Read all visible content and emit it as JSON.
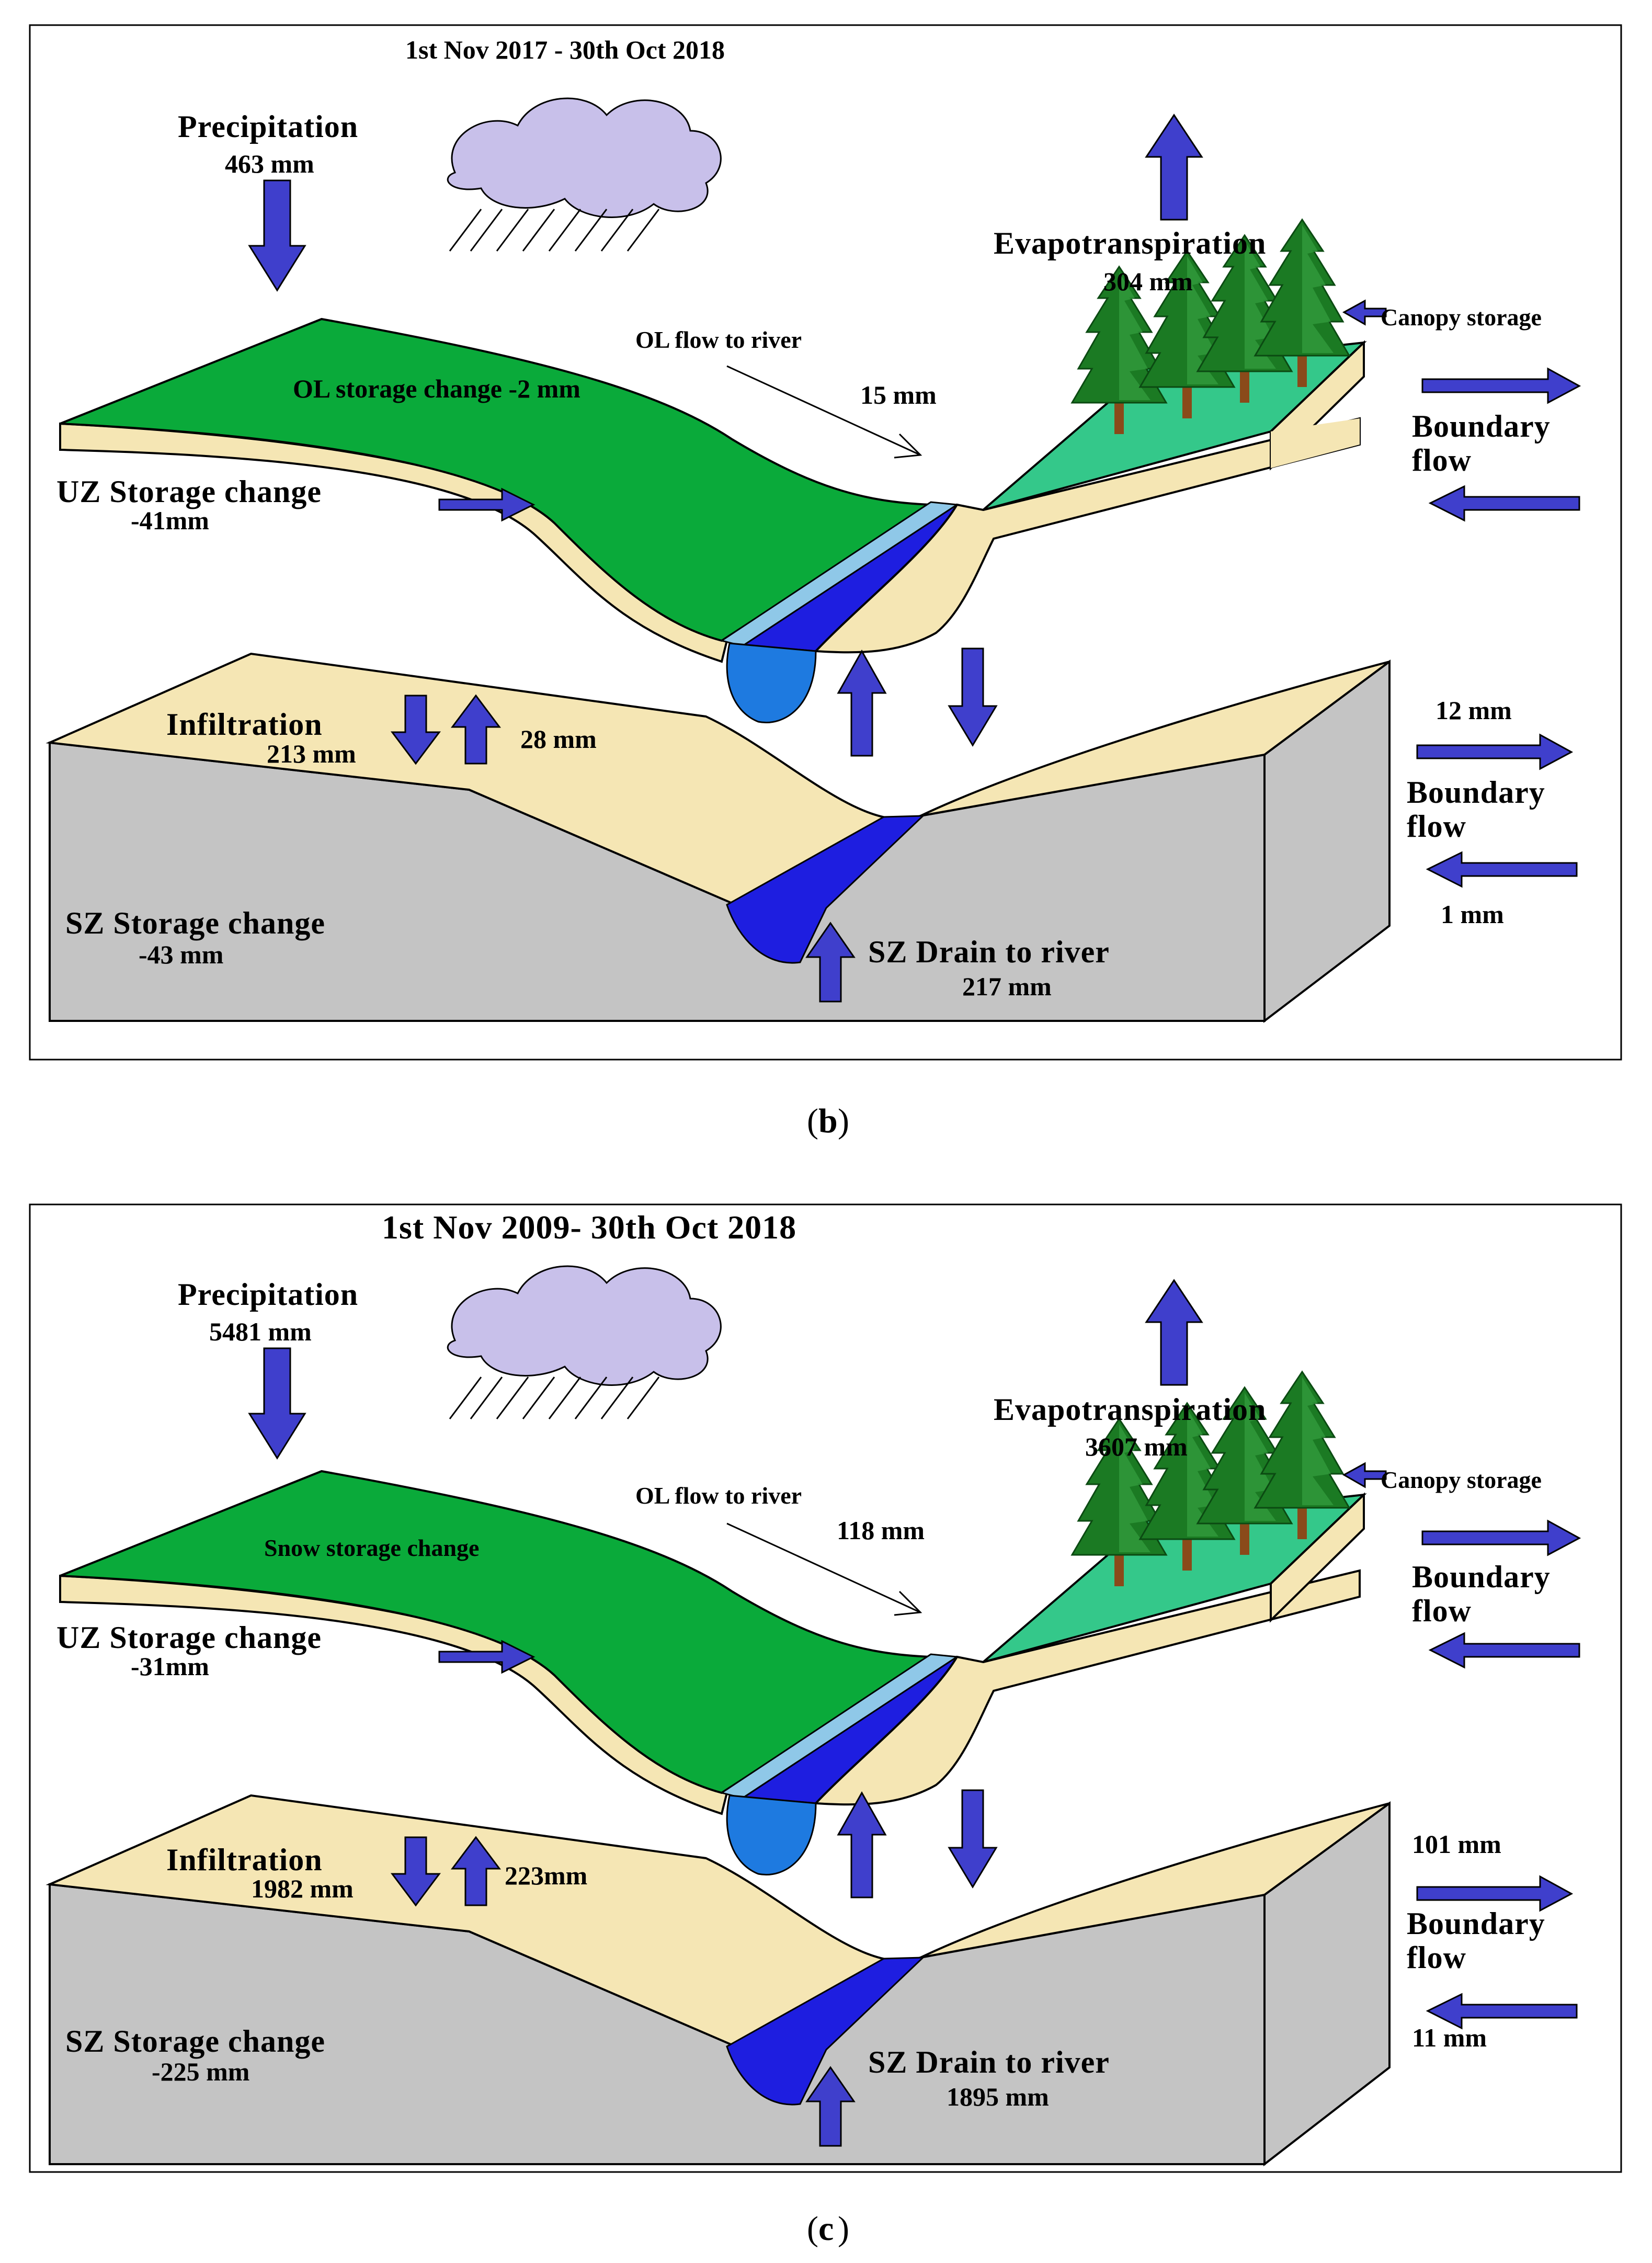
{
  "colors": {
    "arrow": "#3f3fcc",
    "surface_green": "#0aaa3a",
    "forest_green": "#34c88a",
    "soil": "#f5e6b4",
    "ground_gray": "#c4c4c4",
    "river_blue": "#1e1ee0",
    "cloud": "#c8c0ea",
    "frame": "#000000"
  },
  "icons": [
    "rain-cloud-icon",
    "tree-icon"
  ],
  "panels": [
    {
      "caption_letter": "b",
      "period": "1st Nov 2017 - 30th Oct 2018",
      "precipitation": {
        "label": "Precipitation",
        "value": "463 mm"
      },
      "evapotranspiration": {
        "label": "Evapotranspiration",
        "value": "304 mm"
      },
      "canopy_storage": "Canopy storage",
      "surface_storage": "OL storage change -2 mm",
      "ol_flow": {
        "label": "OL flow to river",
        "value": "15 mm"
      },
      "uz_storage": {
        "label": "UZ Storage change",
        "value": "-41mm"
      },
      "infiltration": {
        "label": "Infiltration",
        "down": "213 mm",
        "up": "28 mm"
      },
      "sz_storage": {
        "label": "SZ Storage change",
        "value": "-43 mm"
      },
      "sz_drain": {
        "label": "SZ Drain to river",
        "value": "217 mm"
      },
      "boundary_upper": {
        "line1": "Boundary",
        "line2": "flow"
      },
      "boundary_lower": {
        "line1": "Boundary",
        "line2": "flow",
        "in": "12 mm",
        "out": "1 mm"
      }
    },
    {
      "caption_letter": "c",
      "period": "1st Nov 2009- 30th Oct 2018",
      "precipitation": {
        "label": "Precipitation",
        "value": "5481 mm"
      },
      "evapotranspiration": {
        "label": "Evapotranspiration",
        "value": "3607 mm"
      },
      "canopy_storage": "Canopy storage",
      "surface_storage": "Snow storage change",
      "ol_flow": {
        "label": "OL flow to river",
        "value": "118 mm"
      },
      "uz_storage": {
        "label": "UZ Storage change",
        "value": "-31mm"
      },
      "infiltration": {
        "label": "Infiltration",
        "down": "1982 mm",
        "up": "223mm"
      },
      "sz_storage": {
        "label": "SZ Storage change",
        "value": "-225 mm"
      },
      "sz_drain": {
        "label": "SZ Drain to river",
        "value": "1895 mm"
      },
      "boundary_upper": {
        "line1": "Boundary",
        "line2": "flow"
      },
      "boundary_lower": {
        "line1": "Boundary",
        "line2": "flow",
        "in": "101 mm",
        "out": "11 mm"
      }
    }
  ]
}
